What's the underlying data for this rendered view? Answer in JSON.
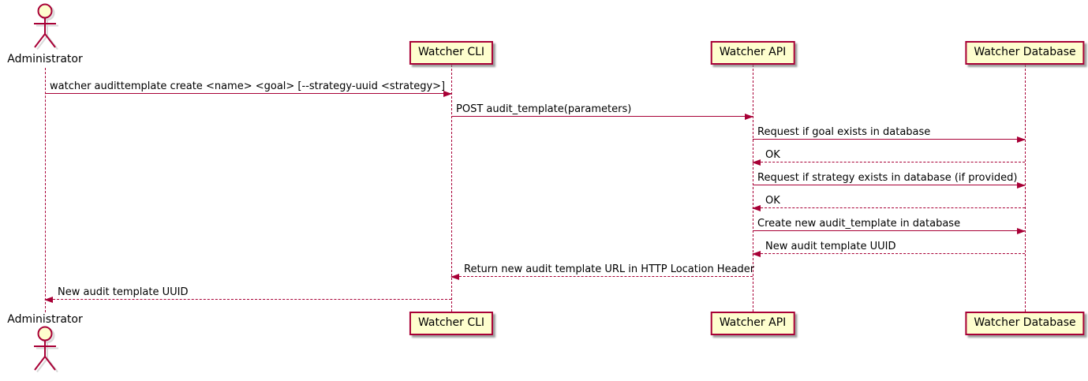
{
  "diagram": {
    "type": "sequence",
    "colors": {
      "line": "#A80036",
      "box_fill": "#FEFECE",
      "box_border": "#A80036",
      "text": "#000000"
    },
    "participants": [
      {
        "name": "Administrator",
        "kind": "actor"
      },
      {
        "name": "Watcher CLI",
        "kind": "participant"
      },
      {
        "name": "Watcher API",
        "kind": "participant"
      },
      {
        "name": "Watcher Database",
        "kind": "participant"
      }
    ],
    "messages": [
      {
        "from": "Administrator",
        "to": "Watcher CLI",
        "style": "solid",
        "label": "watcher audittemplate create <name> <goal> [--strategy-uuid <strategy>]"
      },
      {
        "from": "Watcher CLI",
        "to": "Watcher API",
        "style": "solid",
        "label": "POST audit_template(parameters)"
      },
      {
        "from": "Watcher API",
        "to": "Watcher Database",
        "style": "solid",
        "label": "Request if goal exists in database"
      },
      {
        "from": "Watcher Database",
        "to": "Watcher API",
        "style": "dotted",
        "label": "OK"
      },
      {
        "from": "Watcher API",
        "to": "Watcher Database",
        "style": "solid",
        "label": "Request if strategy exists in database (if provided)"
      },
      {
        "from": "Watcher Database",
        "to": "Watcher API",
        "style": "dotted",
        "label": "OK"
      },
      {
        "from": "Watcher API",
        "to": "Watcher Database",
        "style": "solid",
        "label": "Create new audit_template in database"
      },
      {
        "from": "Watcher Database",
        "to": "Watcher API",
        "style": "dotted",
        "label": "New audit template UUID"
      },
      {
        "from": "Watcher API",
        "to": "Watcher CLI",
        "style": "dotted",
        "label": "Return new audit template URL in HTTP Location Header"
      },
      {
        "from": "Watcher CLI",
        "to": "Administrator",
        "style": "dotted",
        "label": "New audit template UUID"
      }
    ]
  }
}
